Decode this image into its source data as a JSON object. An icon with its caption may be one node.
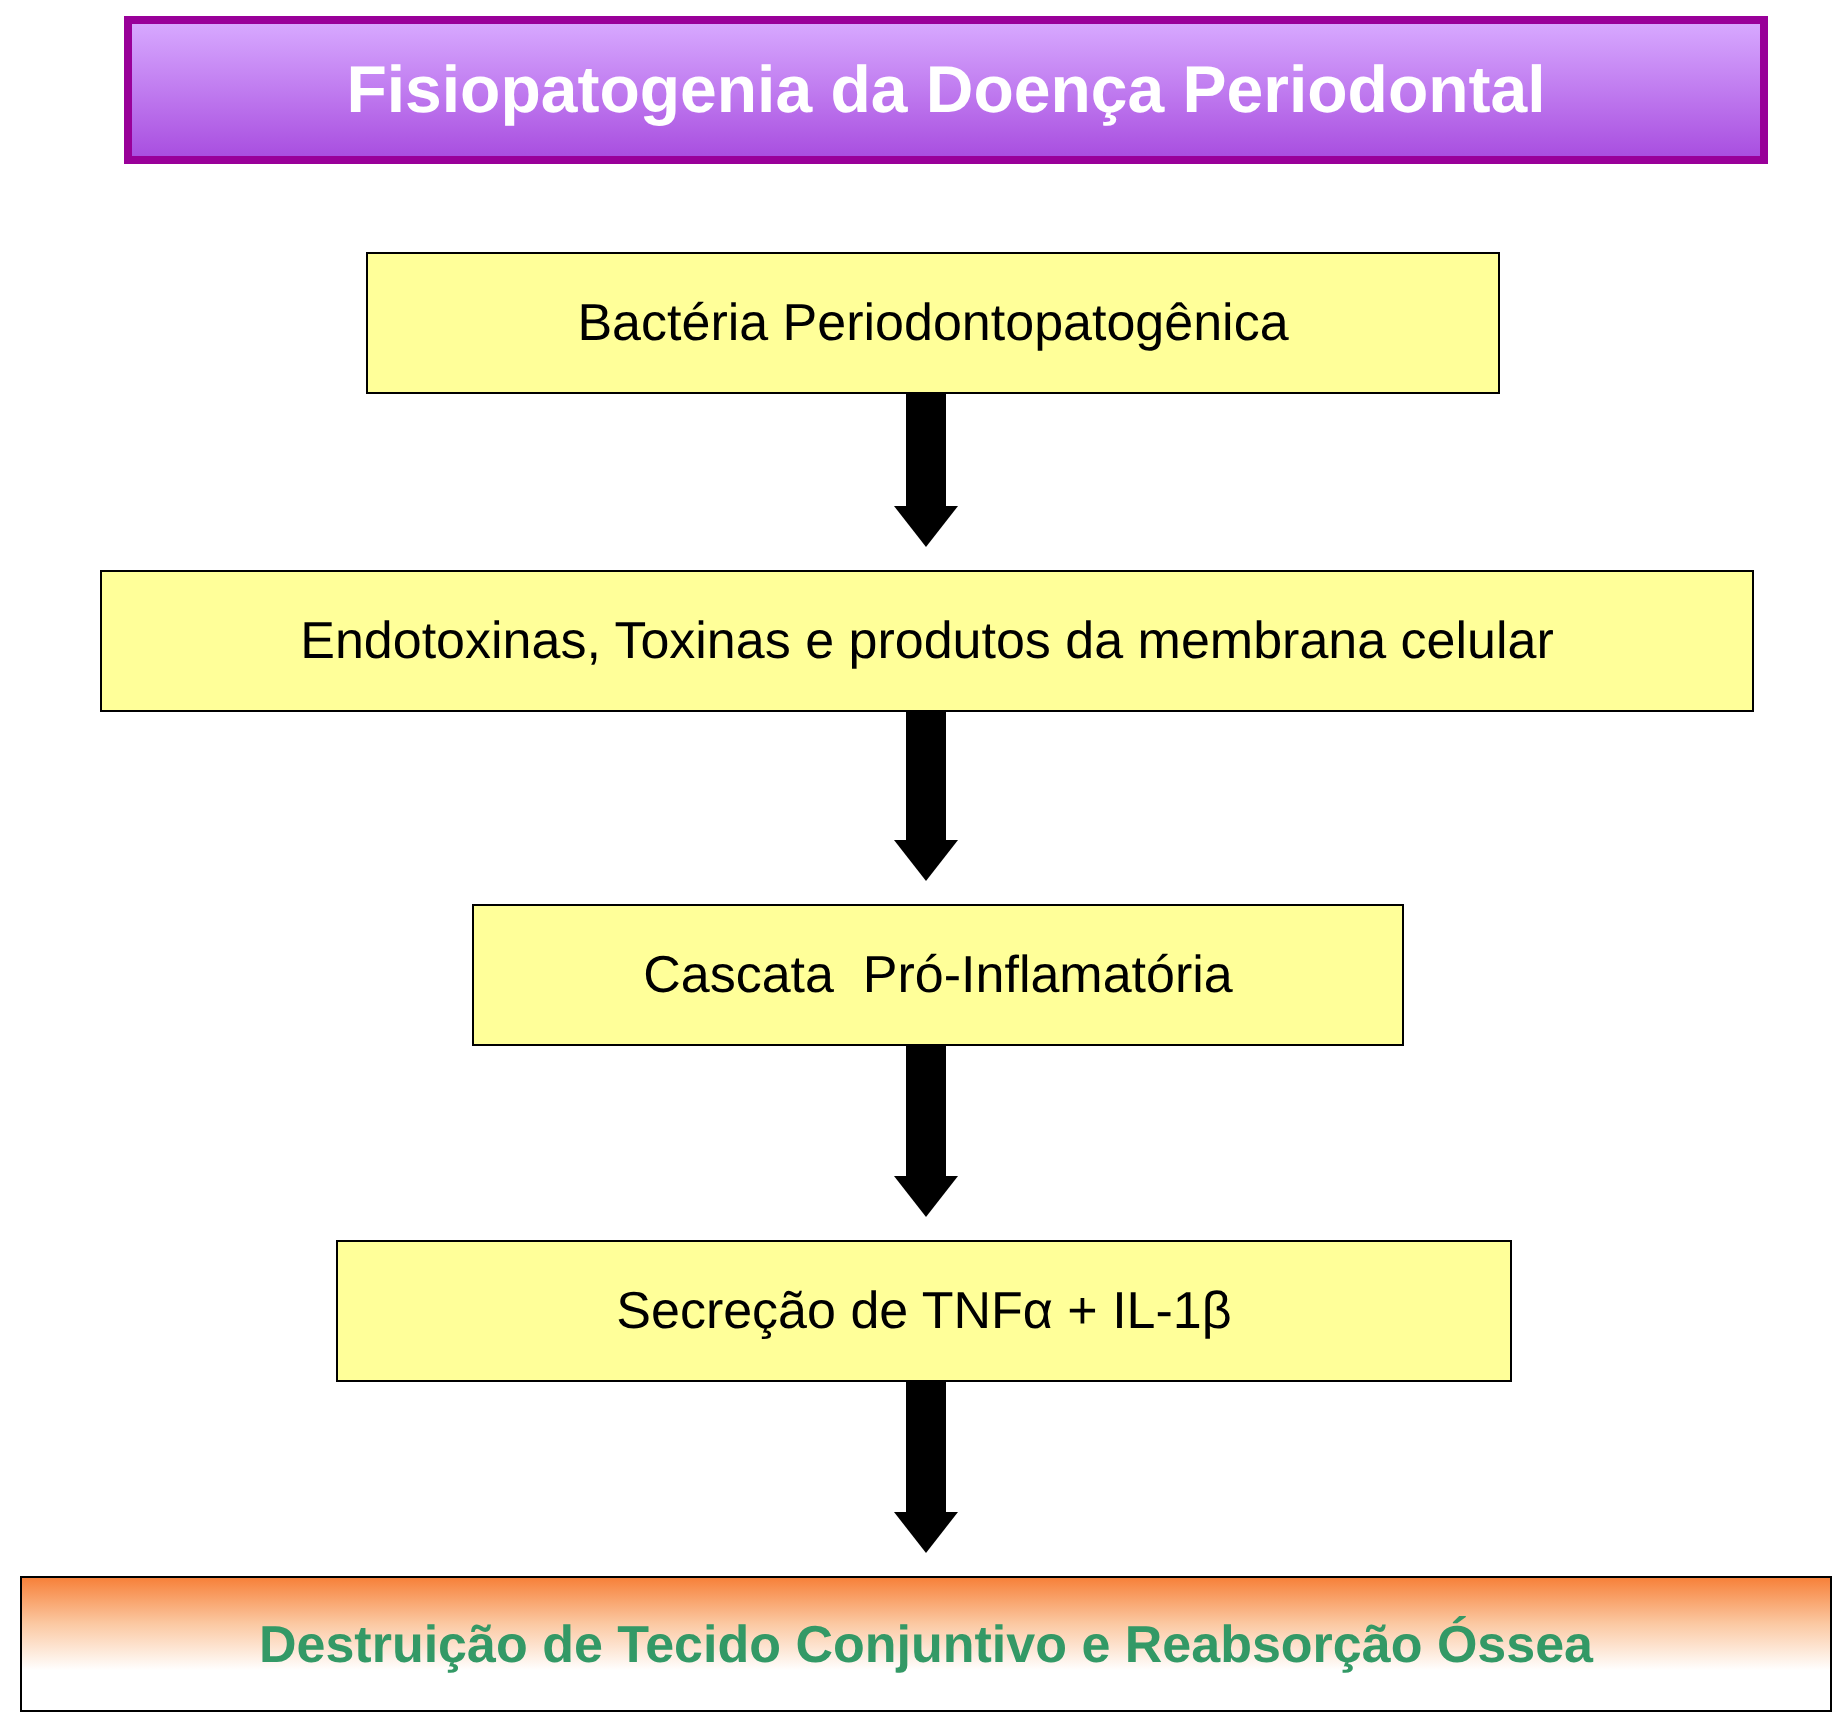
{
  "diagram": {
    "title": "Fisiopatogenia da Doença Periodontal",
    "nodes": [
      {
        "text": [
          "Bactéria Periodontopatogênica"
        ]
      },
      {
        "text": [
          "Endotoxinas, Toxinas e produtos da membrana celular"
        ]
      },
      {
        "text": [
          "Cascata  Pró-Inflamatória"
        ]
      },
      {
        "text": [
          "Secreção de TNFα + IL-1β"
        ]
      },
      {
        "text": [
          "Destruição de Tecido Conjuntivo e Reabsorção Óssea"
        ]
      }
    ],
    "edges": [
      {
        "from": 0,
        "to": 1,
        "arrow": "to"
      },
      {
        "from": 1,
        "to": 2,
        "arrow": "to"
      },
      {
        "from": 2,
        "to": 3,
        "arrow": "to"
      },
      {
        "from": 3,
        "to": 4,
        "arrow": "to"
      }
    ]
  }
}
